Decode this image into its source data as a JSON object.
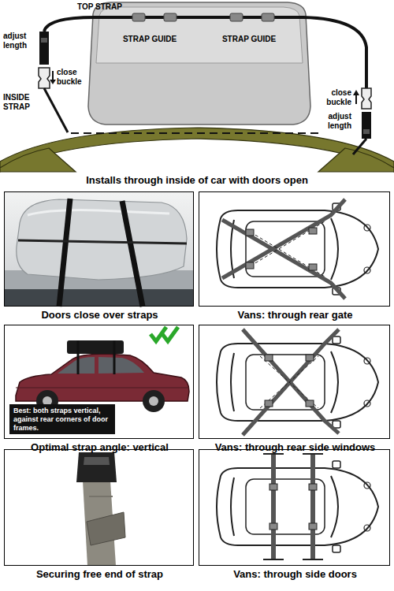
{
  "diagram": {
    "nodes": [
      {
        "text": [
          "Doors close over straps"
        ]
      },
      {
        "text": [
          "Vans: through rear gate"
        ]
      },
      {
        "text": [
          "Optimal strap angle: vertical",
          "Best: both straps vertical, against rear corners of door frames."
        ]
      },
      {
        "text": [
          "Vans: through rear side windows"
        ]
      },
      {
        "text": [
          "Securing free end of strap"
        ]
      },
      {
        "text": [
          "Vans: through side doors"
        ]
      }
    ],
    "labels": [
      "TOP STRAP",
      "STRAP GUIDE",
      "STRAP GUIDE",
      "adjust length",
      "close buckle",
      "INSIDE STRAP",
      "close buckle",
      "adjust length",
      "Installs through inside of car with doors open"
    ]
  }
}
